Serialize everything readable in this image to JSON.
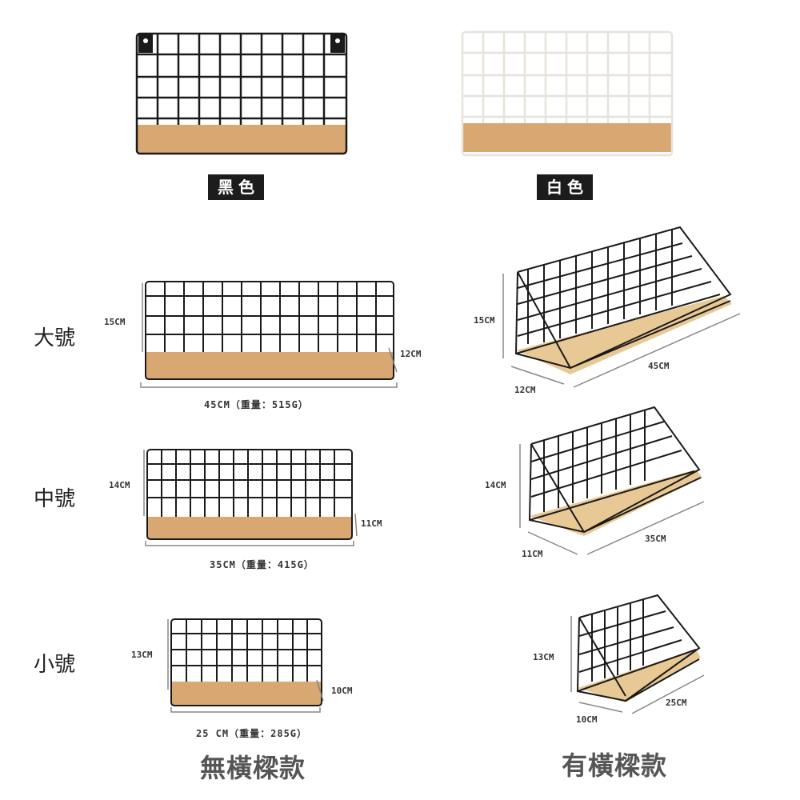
{
  "colors": {
    "black_frame": "#1a1a1a",
    "white_frame": "#f2efe9",
    "wood": "#d9a772",
    "wood_light": "#e8c995",
    "tag_bg": "#1c1c1c",
    "dim_line": "#888888"
  },
  "color_options": [
    {
      "label": "黑色",
      "frame": "black"
    },
    {
      "label": "白色",
      "frame": "white"
    }
  ],
  "sizes": [
    {
      "label": "大號",
      "height": "15CM",
      "depth": "12CM",
      "width": "45CM",
      "flat_caption": "45CM（重量：515G）"
    },
    {
      "label": "中號",
      "height": "14CM",
      "depth": "11CM",
      "width": "35CM",
      "flat_caption": "35CM（重量：415G）"
    },
    {
      "label": "小號",
      "height": "13CM",
      "depth": "10CM",
      "width": "25CM",
      "flat_caption": "25 CM（重量：285G）"
    }
  ],
  "styles": {
    "without_crossbar": "無橫樑款",
    "with_crossbar": "有橫樑款"
  }
}
